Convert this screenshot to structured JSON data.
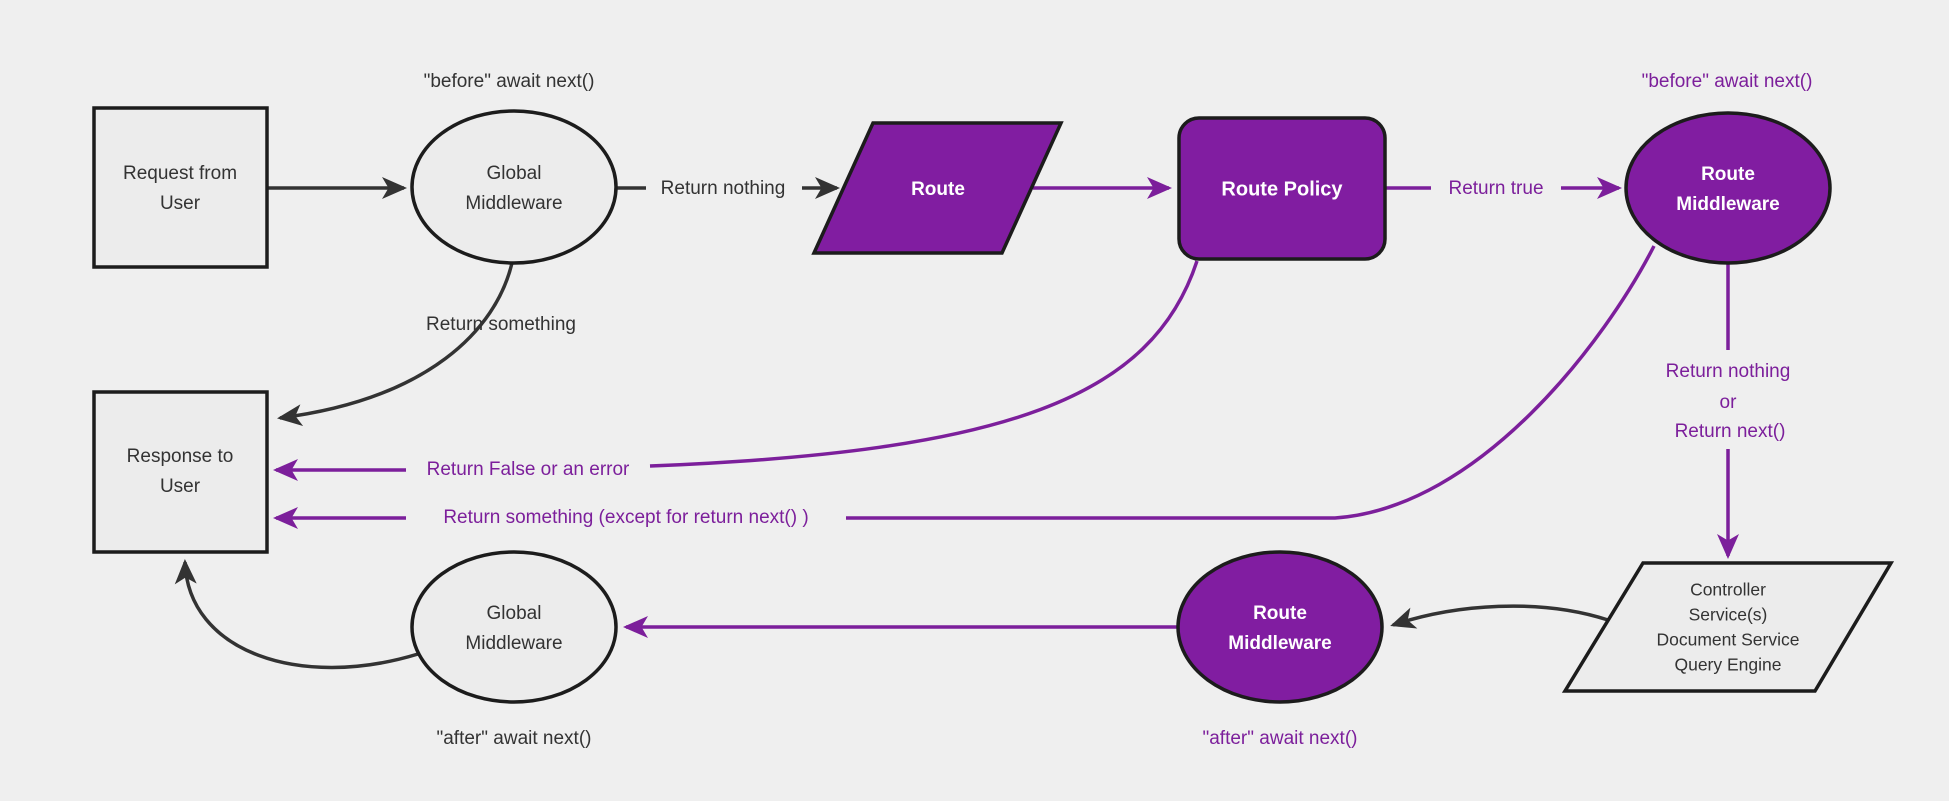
{
  "colors": {
    "background": "#efefef",
    "node_fill": "#ececec",
    "border": "#1c1c1c",
    "edge_dark": "#333333",
    "purple_fill": "#811da1",
    "purple": "#7c1f9b",
    "text_dark": "#333333",
    "text_light": "#ffffff"
  },
  "nodes": {
    "request_from_user": {
      "lines": [
        "Request from",
        "User"
      ]
    },
    "global_middleware_top": {
      "lines": [
        "Global",
        "Middleware"
      ]
    },
    "route": {
      "label": "Route"
    },
    "route_policy": {
      "label": "Route Policy"
    },
    "route_middleware_top": {
      "lines": [
        "Route",
        "Middleware"
      ]
    },
    "response_to_user": {
      "lines": [
        "Response to",
        "User"
      ]
    },
    "global_middleware_bottom": {
      "lines": [
        "Global",
        "Middleware"
      ]
    },
    "route_middleware_bottom": {
      "lines": [
        "Route",
        "Middleware"
      ]
    },
    "services": {
      "lines": [
        "Controller",
        "Service(s)",
        "Document Service",
        "Query Engine"
      ]
    }
  },
  "edge_labels": {
    "before_global": "\"before\" await next()",
    "return_nothing": "Return nothing",
    "return_something": "Return something",
    "return_true": "Return true",
    "before_route": "\"before\" await next()",
    "return_nothing_or": [
      "Return nothing",
      "or",
      "Return next()"
    ],
    "return_false_error": "Return False or an error",
    "return_something_except": "Return something (except for return next() )",
    "after_global": "\"after\" await next()",
    "after_route": "\"after\" await next()"
  }
}
